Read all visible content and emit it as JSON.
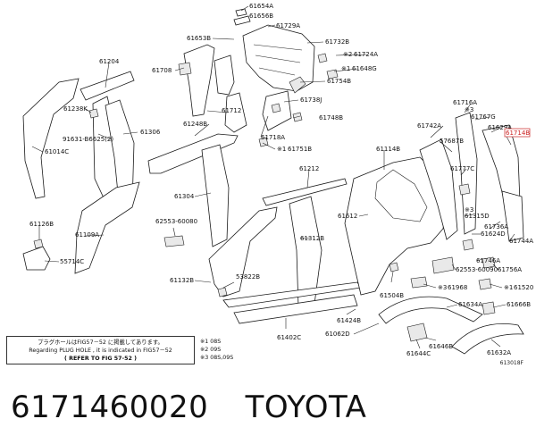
{
  "parts": {
    "p61654A": "61654A",
    "p61656B": "61656B",
    "p61729A": "61729A",
    "p61653B": "61653B",
    "p61732B": "61732B",
    "p61724A": "61724A",
    "p61204": "61204",
    "p61708": "61708",
    "p61648G": "61648G",
    "p61754B": "61754B",
    "p61738J": "61738J",
    "p61712": "61712",
    "p61238K": "61238K",
    "p61748B": "61748B",
    "p61248B": "61248B",
    "p91631": "91631-B6625(2)",
    "p61306": "61306",
    "p61718A": "61718A",
    "p61751B": "61751B",
    "p61014C": "61014C",
    "p61716A": "61716A",
    "p61767G": "61767G",
    "p61742A": "61742A",
    "p61629A": "61629A",
    "p61714B": "61714B",
    "p57687B": "57687B",
    "p61114B": "61114B",
    "p61777C": "61777C",
    "p61212": "61212",
    "p61304": "61304",
    "p61315D": "61315D",
    "p61612": "61612",
    "p61736A": "61736A",
    "p61624D": "61624D",
    "p61126B": "61126B",
    "p62553_60080": "62553-60080",
    "p61744A": "61744A",
    "p61109A": "61109A",
    "p61312B": "61312B",
    "p61746A": "61746A",
    "p55714C": "55714C",
    "p62553_60090": "62553-60090",
    "p61756A": "61756A",
    "p53822B": "53822B",
    "p61968": "61968",
    "p61520": "61520",
    "p61132B": "61132B",
    "p61504B": "61504B",
    "p61634A": "61634A",
    "p61666B": "61666B",
    "p61424B": "61424B",
    "p61402C": "61402C",
    "p61062D": "61062D",
    "p61646B": "61646B",
    "p61644C": "61644C",
    "p61632A": "61632A"
  },
  "markers": {
    "m2": "※2",
    "m1": "※1",
    "m3": "※3"
  },
  "note": {
    "line1": "プラグホールはFIG57－52 に掲載してあります。",
    "line2": "Regarding PLUG HOLE , it is indicated in FIG57－52",
    "line3": "(  REFER TO FIG 57-52  )"
  },
  "legend": {
    "l1": "※1 08S",
    "l2": "※2 09S",
    "l3": "※3 08S,09S"
  },
  "drawing_ref": "613018F",
  "caption": {
    "part_number": "6171460020",
    "brand": "TOYOTA"
  },
  "colors": {
    "highlight": "#cc2222"
  }
}
